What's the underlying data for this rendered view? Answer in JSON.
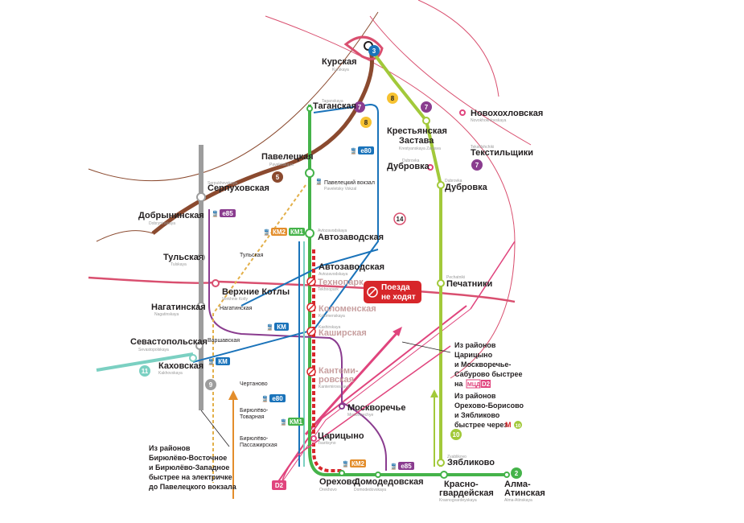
{
  "colors": {
    "ring": "#8b4a2f",
    "line2": "#45b34a",
    "line7": "#8a3c8f",
    "line8": "#f6c231",
    "line10": "#a2c93a",
    "line11": "#7bd0c2",
    "line9": "#9d9d9d",
    "line14": "#d94f6f",
    "d2": "#e0447d",
    "km": "#1a73ba",
    "km2": "#e38d2b",
    "e80": "#1a73ba",
    "e85": "#8a3c8f",
    "closed": "#d7262a"
  },
  "icons": {
    "train": "train-icon",
    "closed": "no-entry-icon",
    "arrow": "arrow-up-icon"
  },
  "line_numbers": {
    "n3": "3",
    "n5": "5",
    "n7a": "7",
    "n7b": "7",
    "n7c": "7",
    "n8a": "8",
    "n8b": "8",
    "n9": "9",
    "n10": "10",
    "n11": "11",
    "n14": "14",
    "n2": "2",
    "d2": "D2"
  },
  "badges": {
    "e80a": "e80",
    "e80b": "e80",
    "e85a": "e85",
    "e85b": "e85",
    "km2a": "КМ2",
    "km2b": "КМ2",
    "km1a": "КМ1",
    "km1b": "КМ1",
    "kma": "КМ",
    "kmb": "КМ"
  },
  "stations": {
    "kurskaya": "Курская",
    "taganskaya": "Таганская",
    "novokhokhlovskaya": "Новохохловская",
    "krestyanskaya": "Крестьянская Застава",
    "tekstilshchiki": "Текстильщики",
    "paveletskaya": "Павелецкая",
    "paveletsky_vokzal": "Павелецкий вокзал",
    "dubrovka_a": "Дубровка",
    "dubrovka_b": "Дубровка",
    "serpukhovskaya": "Серпуховская",
    "dobryninskaya": "Добрынинская",
    "avtozavodskaya_a": "Автозаводская",
    "avtozavodskaya_b": "Автозаводская",
    "tulskaya_a": "Тульская",
    "tulskaya_b": "Тульская",
    "verkhnie_kotly": "Верхние Котлы",
    "tekhnopark": "Технопарк",
    "pechatniki": "Печатники",
    "nagatinskaya_a": "Нагатинская",
    "nagatinskaya_b": "Нагатинская",
    "kolomenskaya": "Коломенская",
    "kashirskaya": "Каширская",
    "sevastopolskaya": "Севастопольская",
    "varshavskaya": "Варшавская",
    "kakhovskaya": "Каховская",
    "kantemirovskaya": "Кантеми-ровская",
    "chertanovo": "Чертаново",
    "moskvorechye": "Москворечье",
    "biryulevo_tov": "Бирюлёво-Товарная",
    "tsaritsyno": "Царицыно",
    "biryulevo_pass": "Бирюлёво-Пассажирская",
    "zyablikovo": "Зябликово",
    "orekhovo": "Орехово",
    "domodedovskaya": "Домодедовская",
    "krasnogvardeyskaya": "Красно-гвардейская",
    "alma_atinskaya": "Алма-Атинская"
  },
  "latin": {
    "kurskaya": "Kurskaya",
    "taganskaya": "Taganskaya",
    "novokhokhlovskaya": "Novokhokhlovskaya",
    "krestyanskaya": "Krestyanskaya Zastava",
    "tekstilshchiki": "Tekstilshchiki",
    "paveletskaya": "Paveletskaya",
    "paveletsky_vokzal": "Paveletsky Vokzal",
    "dubrovka_a": "Dubrovka",
    "dubrovka_b": "Dubrovka",
    "serpukhovskaya": "Serpukhovskaya",
    "dobryninskaya": "Dobryninskaya",
    "avtozavodskaya_a": "Avtozavodskaya",
    "avtozavodskaya_b": "Avtozavodskaya",
    "tulskaya": "Tulskaya",
    "verkhnie_kotly": "Verkhnie Kotly",
    "tekhnopark": "Tekhnopark",
    "pechatniki": "Pechatniki",
    "nagatinskaya": "Nagatinskaya",
    "kolomenskaya": "Kolomenskaya",
    "kashirskaya": "Kashirskaya",
    "sevastopolskaya": "Sevastopolskaya",
    "kakhovskaya": "Kakhovskaya",
    "kantemirovskaya": "Kantemirovskaya",
    "moskvorechye": "Moskvorechye",
    "tsaritsyno": "Tsaritsyno",
    "zyablikovo": "Zyablikovo",
    "orekhovo": "Orekhovo",
    "domodedovskaya": "Domodedovskaya",
    "krasnogvardeyskaya": "Krasnogvardeyskaya",
    "alma_atinskaya": "Alma-Atinskaya"
  },
  "closed_notice": {
    "line1": "Поезда",
    "line2": "не ходят"
  },
  "notes": {
    "tsaritsyno": {
      "l1": "Из районов",
      "l2": "Царицыно",
      "l3": "и Москворечье-",
      "l4": "Сабурово быстрее",
      "l5": "на",
      "mcd": "МЦД",
      "d2": "D2"
    },
    "orekhovo": {
      "l1": "Из районов",
      "l2": "Орехово-Борисово",
      "l3": "и Зябликово",
      "l4": "быстрее через",
      "m": "М",
      "ten": "10"
    },
    "biryulevo": {
      "l1": "Из районов",
      "l2": "Бирюлёво-Восточное",
      "l3": "и Бирюлёво-Западное",
      "l4": "быстрее на электричке",
      "l5": "до Павелецкого вокзала"
    }
  }
}
